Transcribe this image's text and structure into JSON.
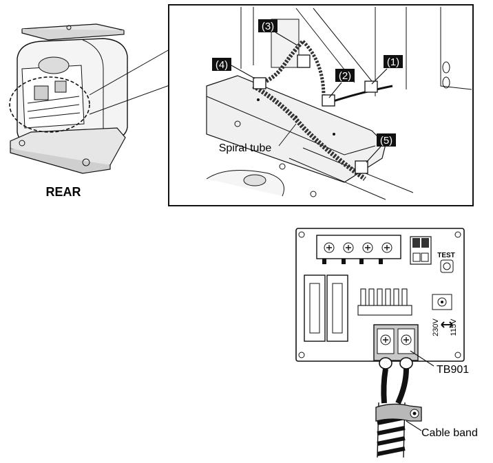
{
  "unit_view": {
    "label": "REAR"
  },
  "callouts": {
    "items": [
      "(1)",
      "(2)",
      "(3)",
      "(4)",
      "(5)"
    ]
  },
  "detail": {
    "spiral_tube_label": "Spiral tube"
  },
  "control_board": {
    "test_label": "TEST",
    "voltage_left": "230V",
    "voltage_right": "115V",
    "terminal_label": "TB901",
    "cable_band_label": "Cable band"
  }
}
